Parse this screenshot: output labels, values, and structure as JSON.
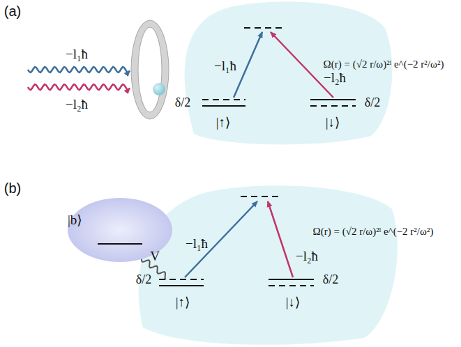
{
  "diagram": {
    "nodes": [
      {
        "text": [
          "|b⟩"
        ]
      }
    ],
    "labels": [
      "(a)",
      "−l₁ħ",
      "−l₂ħ",
      "δ/2",
      "|↑⟩",
      "−l₁ħ",
      "−l₂ħ",
      "δ/2",
      "|↓⟩",
      "Ω(r) = (√2 r/ω)²ˡ e^(−2 r²/ω²)",
      "(b)",
      "V",
      "δ/2",
      "|↑⟩",
      "−l₁ħ",
      "−l₂ħ",
      "δ/2",
      "|↓⟩",
      "Ω(r) = (√2 r/ω)²ˡ e^(−2 r²/ω²)"
    ]
  }
}
